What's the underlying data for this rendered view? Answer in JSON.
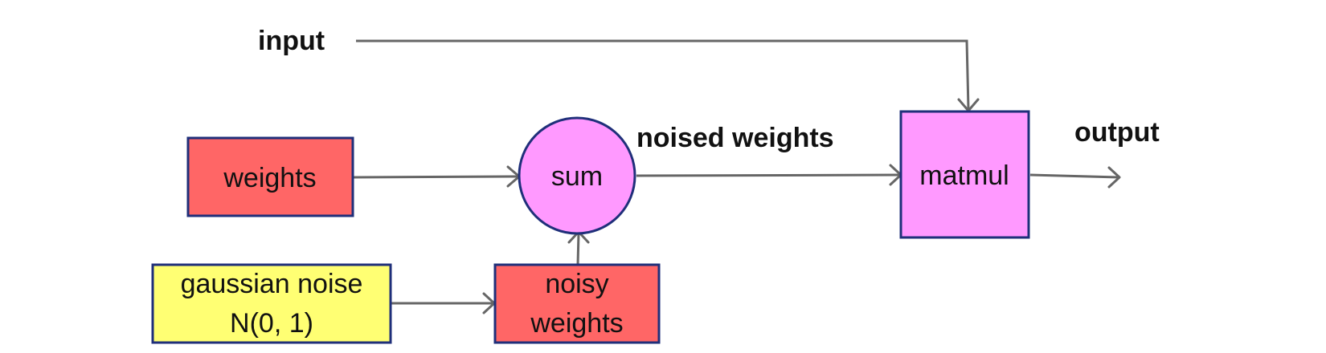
{
  "labels": {
    "input": "input",
    "noised_weights": "noised weights",
    "output": "output"
  },
  "nodes": {
    "weights": {
      "text": "weights"
    },
    "gaussian_noise": {
      "line1": "gaussian noise",
      "line2": "N(0, 1)"
    },
    "noisy_weights": {
      "line1": "noisy",
      "line2": "weights"
    },
    "sum": {
      "text": "sum"
    },
    "matmul": {
      "text": "matmul"
    }
  },
  "colors": {
    "weights_fill": "#ff6666",
    "gaussian_fill": "#ffff73",
    "noisy_fill": "#ff6666",
    "sum_fill": "#ff99ff",
    "matmul_fill": "#ff99ff",
    "border": "#1f2f7a",
    "arrow": "#666666"
  }
}
